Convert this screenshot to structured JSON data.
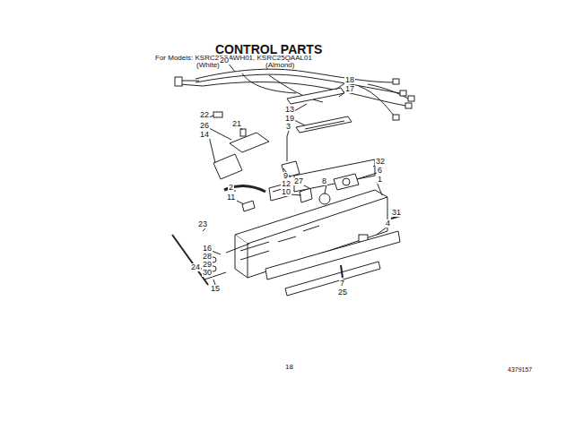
{
  "diagram": {
    "title": "CONTROL PARTS",
    "labels": [
      "For Models: KSRC25QAWH01, KSRC25QAAL01",
      "(White)",
      "(Almond)",
      "20",
      "18",
      "17",
      "13",
      "19",
      "22",
      "21",
      "26",
      "14",
      "3",
      "9",
      "12",
      "10",
      "32",
      "6",
      "1",
      "27",
      "8",
      "2",
      "11",
      "23",
      "16",
      "28",
      "29",
      "30",
      "24",
      "15",
      "31",
      "4",
      "7",
      "25",
      "18",
      "4379157"
    ]
  }
}
